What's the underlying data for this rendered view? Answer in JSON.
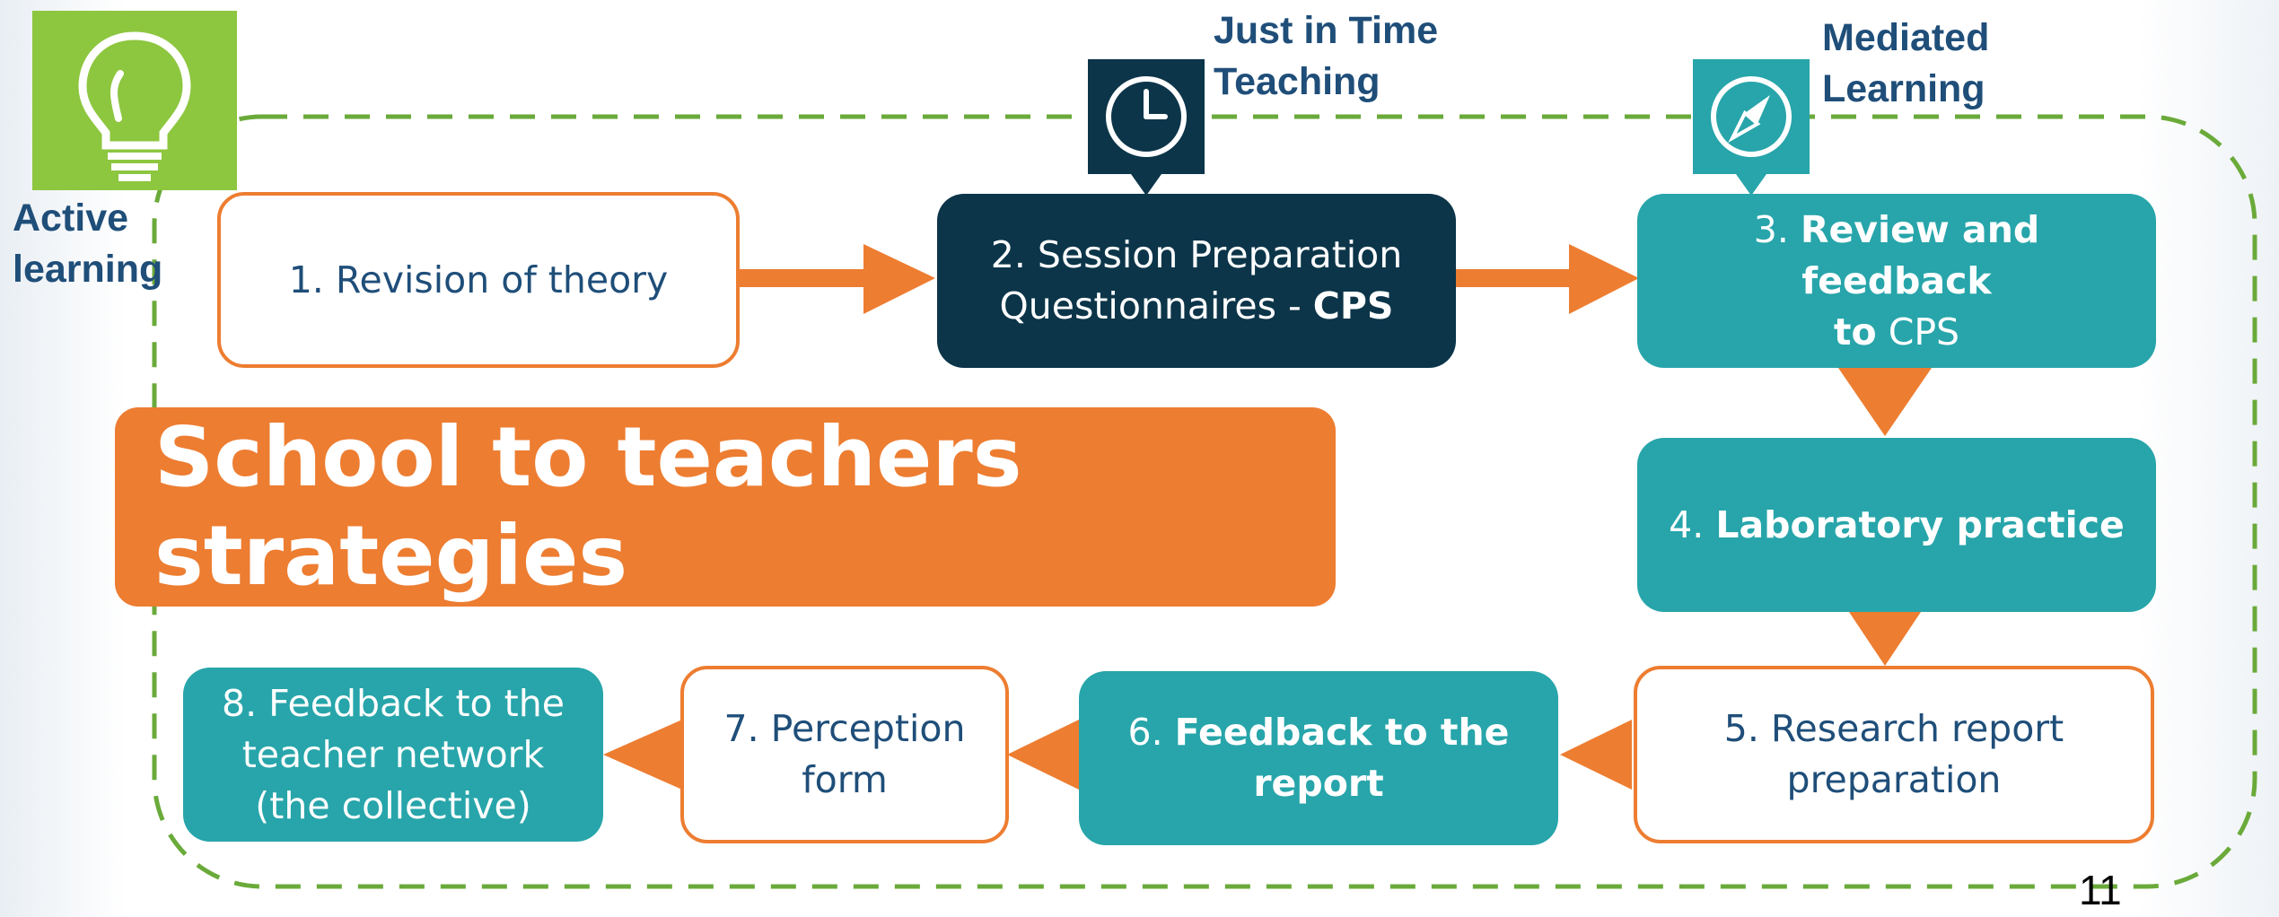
{
  "labels": {
    "active_learning_line1": "Active",
    "active_learning_line2": "learning",
    "jitt_line1": "Just in Time",
    "jitt_line2": "Teaching",
    "mediated_line1": "Mediated",
    "mediated_line2": "Learning",
    "page_number": "11"
  },
  "title": "School to teachers strategies",
  "steps": {
    "s1": "1. Revision of theory",
    "s2_line1": "2. Session Preparation",
    "s2_line2_pre": "Questionnaires - ",
    "s2_line2_bold": "CPS",
    "s3_num": "3. ",
    "s3_bold1": "Review and feedback",
    "s3_bold2": "to",
    "s3_rest": " CPS",
    "s4_num": "4. ",
    "s4_bold": "Laboratory practice",
    "s5_line1": "5. Research report",
    "s5_line2": "preparation",
    "s6_num": "6. ",
    "s6_bold1": "Feedback to the",
    "s6_bold2": "report",
    "s7_line1": "7. Perception",
    "s7_line2": "form",
    "s8_line1": "8. Feedback to the",
    "s8_line2": "teacher network",
    "s8_line3": "(the collective)"
  },
  "icons": {
    "active": "lightbulb-icon",
    "jitt": "clock-icon",
    "mediated": "compass-icon"
  },
  "colors": {
    "orange": "#ed7d31",
    "dark_navy": "#0c3549",
    "teal": "#27a5aa",
    "green": "#8dc63f",
    "text_blue": "#1f4e79",
    "dashed_border": "#6aaa3a"
  }
}
